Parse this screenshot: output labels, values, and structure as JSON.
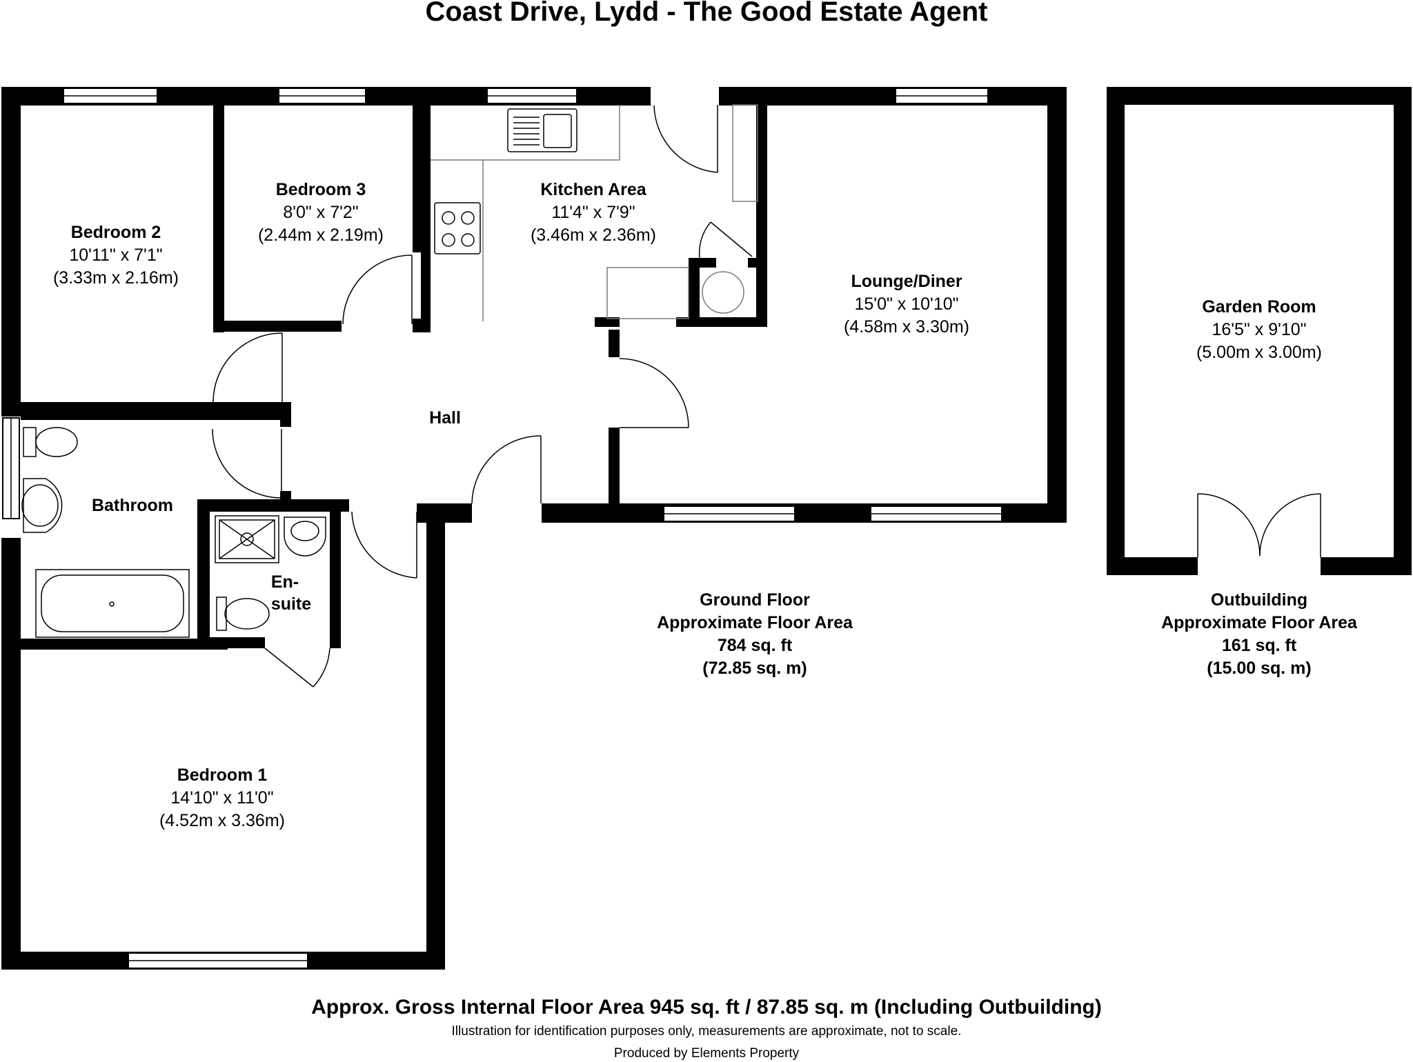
{
  "title": "Coast Drive, Lydd - The Good Estate Agent",
  "rooms": {
    "bedroom2": {
      "name": "Bedroom 2",
      "imperial": "10'11\" x 7'1\"",
      "metric": "(3.33m x 2.16m)"
    },
    "bedroom3": {
      "name": "Bedroom 3",
      "imperial": "8'0\" x 7'2\"",
      "metric": "(2.44m x 2.19m)"
    },
    "kitchen": {
      "name": "Kitchen Area",
      "imperial": "11'4\" x 7'9\"",
      "metric": "(3.46m x 2.36m)"
    },
    "lounge": {
      "name": "Lounge/Diner",
      "imperial": "15'0\" x 10'10\"",
      "metric": "(4.58m x 3.30m)"
    },
    "garden": {
      "name": "Garden Room",
      "imperial": "16'5\" x 9'10\"",
      "metric": "(5.00m x 3.00m)"
    },
    "hall": {
      "name": "Hall"
    },
    "bathroom": {
      "name": "Bathroom"
    },
    "ensuite": {
      "name_line1": "En-",
      "name_line2": "suite"
    },
    "bedroom1": {
      "name": "Bedroom 1",
      "imperial": "14'10\" x 11'0\"",
      "metric": "(4.52m x 3.36m)"
    }
  },
  "ground_floor": {
    "line1": "Ground Floor",
    "line2": "Approximate Floor Area",
    "line3": "784 sq. ft",
    "line4": "(72.85 sq. m)"
  },
  "outbuilding": {
    "line1": "Outbuilding",
    "line2": "Approximate Floor Area",
    "line3": "161 sq. ft",
    "line4": "(15.00 sq. m)"
  },
  "gross_area": "Approx. Gross Internal Floor Area 945 sq. ft / 87.85 sq. m (Including Outbuilding)",
  "disclaimer": "Illustration for identification purposes only, measurements are approximate, not to scale.",
  "producer": "Produced by Elements Property",
  "colors": {
    "wall": "#000000",
    "fixture": "#7a7a7a",
    "background": "#ffffff"
  }
}
